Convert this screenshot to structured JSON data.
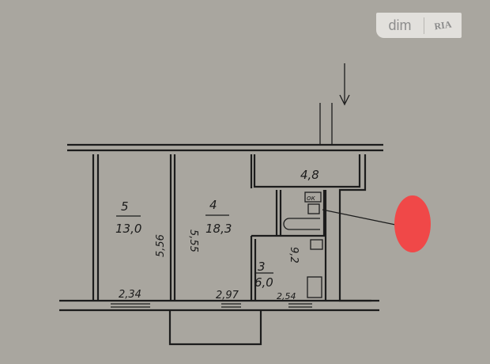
{
  "watermark": {
    "left": "dim",
    "right": "RIA"
  },
  "rooms": [
    {
      "number": "5",
      "area": "13,0"
    },
    {
      "number": "4",
      "area": "18,3"
    },
    {
      "number": "3",
      "area": "6,0"
    },
    {
      "number": "",
      "area": "4,8"
    }
  ],
  "dimensions": {
    "room5_length": "5,56",
    "room4_length": "5,55",
    "room3_length": "9,2",
    "room5_width": "2,34",
    "room4_width": "2,97",
    "room3_width": "2,54"
  },
  "fixtures": {
    "bath_label": "ок"
  },
  "colors": {
    "background": "#a9a69f",
    "ink": "#1c1c1c",
    "marker": "#f04848"
  }
}
